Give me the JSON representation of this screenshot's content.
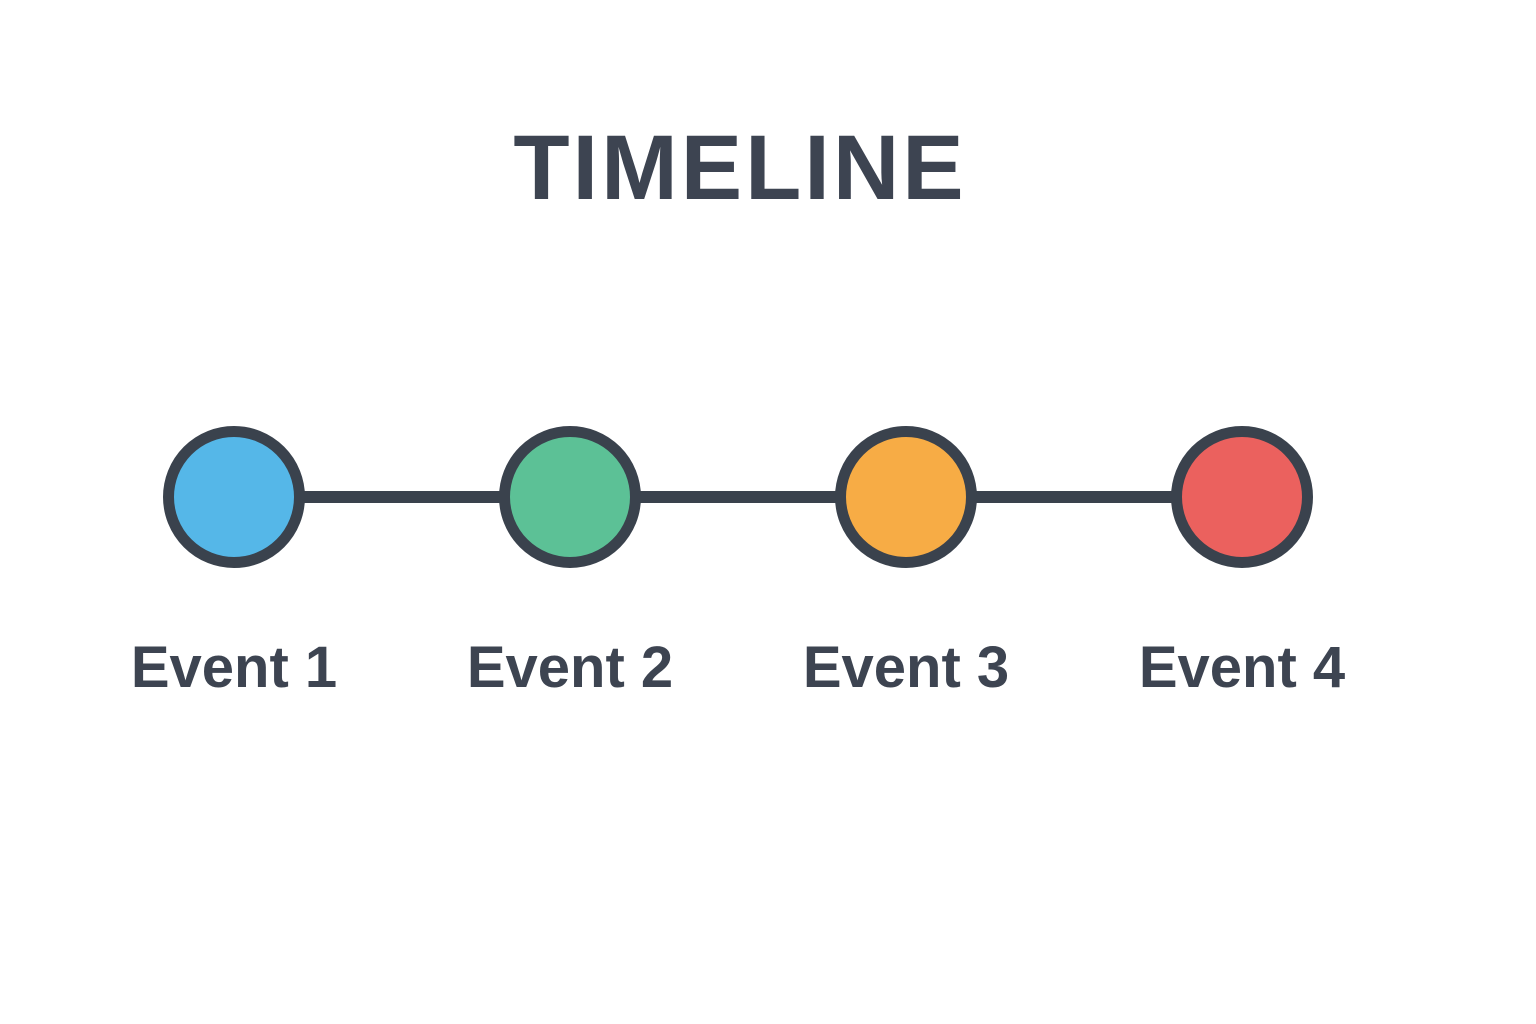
{
  "title": "TIMELINE",
  "events": [
    {
      "label": "Event 1",
      "color": "#55b7e8",
      "color_name": "blue"
    },
    {
      "label": "Event 2",
      "color": "#5cc196",
      "color_name": "green"
    },
    {
      "label": "Event 3",
      "color": "#f7ac45",
      "color_name": "orange"
    },
    {
      "label": "Event 4",
      "color": "#eb615e",
      "color_name": "red"
    }
  ],
  "colors": {
    "outline": "#3a424d",
    "connector": "#3a424d",
    "text": "#3d4451",
    "background": "#ffffff"
  }
}
